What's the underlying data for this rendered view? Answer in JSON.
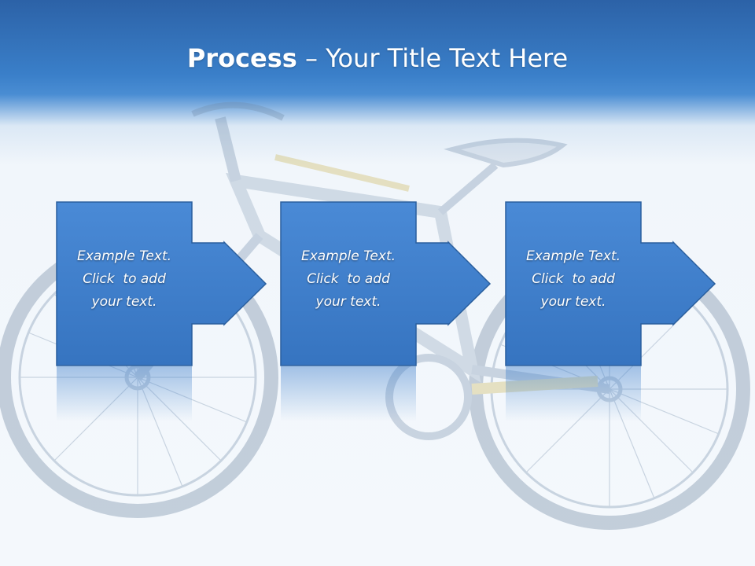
{
  "slide": {
    "title_bold": "Process",
    "title_rest": " – Your Title Text Here"
  },
  "steps": [
    {
      "line1": "Example Text.",
      "line2": "Click  to add",
      "line3": "your text."
    },
    {
      "line1": "Example Text.",
      "line2": "Click  to add",
      "line3": "your text."
    },
    {
      "line1": "Example Text.",
      "line2": "Click  to add",
      "line3": "your text."
    }
  ],
  "colors": {
    "header_top": "#2c62a7",
    "header_bottom": "#4a8dd3",
    "box_fill": "#3f7fcb",
    "box_border": "#2a5f9e",
    "background": "#f3f7fb"
  },
  "background_image": "mountain-bike"
}
